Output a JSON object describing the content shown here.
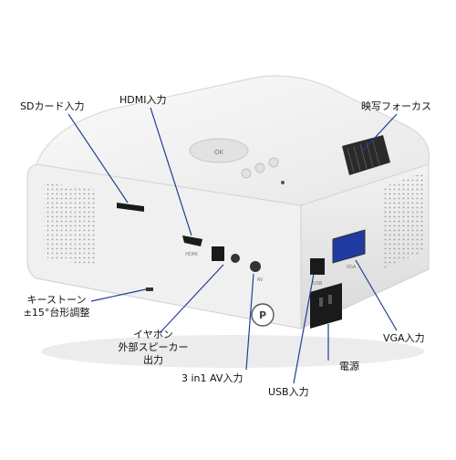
{
  "callouts": {
    "sd_card": "SDカード入力",
    "hdmi": "HDMI入力",
    "focus": "映写フォーカス",
    "keystone_1": "キーストーン",
    "keystone_2": "±15°台形調整",
    "earphone_1": "イヤホン",
    "earphone_2": "外部スピーカー",
    "earphone_3": "出力",
    "av": "3 in1 AV入力",
    "usb": "USB入力",
    "power": "電源",
    "vga": "VGA入力"
  },
  "device_marks": {
    "ok_button": "OK",
    "hdmi_port_label": "HDMI",
    "av_port_label": "AV",
    "usb_port_label": "USB",
    "vga_port_label": "VGA",
    "logo": "P"
  },
  "colors": {
    "callout_line": "#1f3f8f",
    "body_white": "#f4f4f4",
    "shadow_gray": "#c9c9c9",
    "port_black": "#1a1a1a"
  }
}
